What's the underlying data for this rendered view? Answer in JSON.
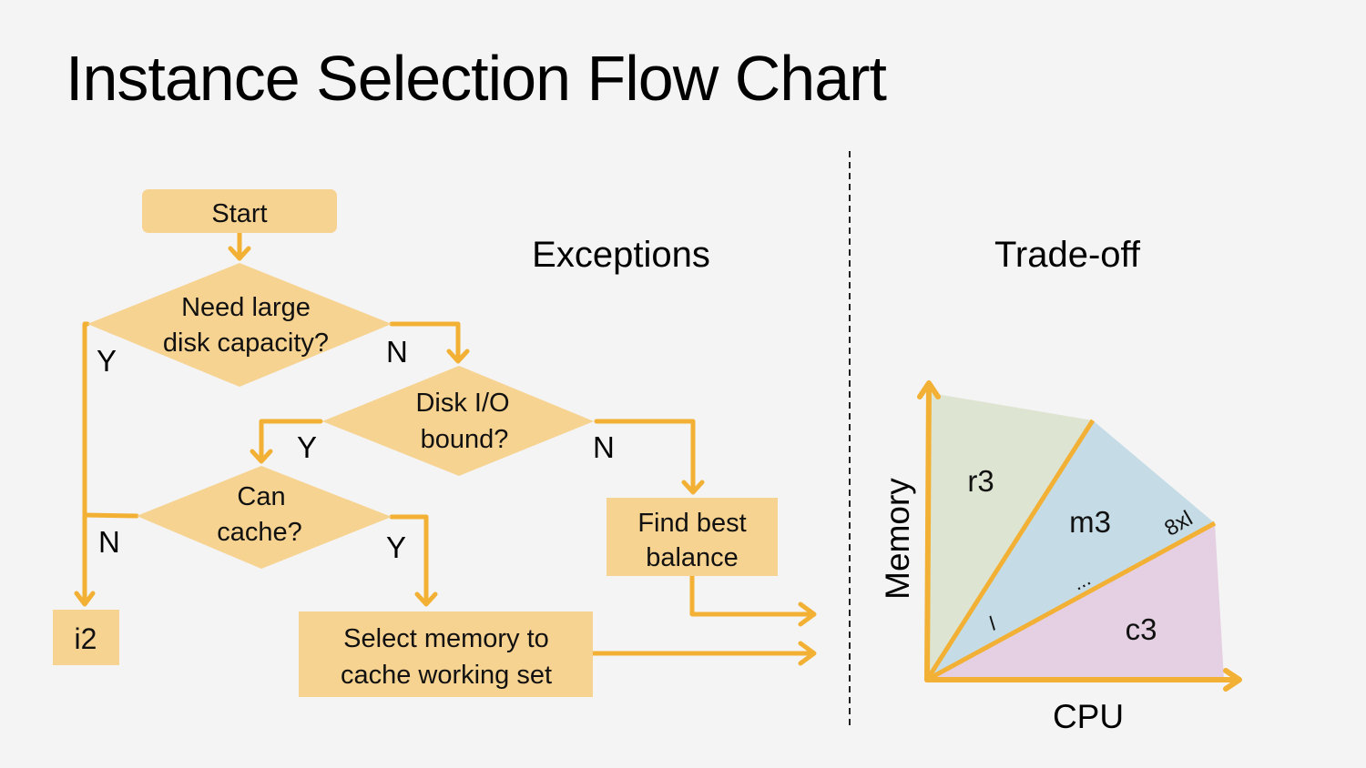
{
  "title": "Instance Selection Flow Chart",
  "sections": {
    "exceptions": "Exceptions",
    "tradeoff": "Trade-off"
  },
  "flowchart": {
    "start": "Start",
    "q1": {
      "line1": "Need large",
      "line2": "disk capacity?",
      "yes": "Y",
      "no": "N"
    },
    "q2": {
      "line1": "Disk I/O",
      "line2": "bound?",
      "yes": "Y",
      "no": "N"
    },
    "q3": {
      "line1": "Can",
      "line2": "cache?",
      "yes": "Y",
      "no": "N"
    },
    "result_i2": "i2",
    "result_memory": {
      "line1": "Select memory to",
      "line2": "cache working set"
    },
    "result_balance": {
      "line1": "Find best",
      "line2": "balance"
    }
  },
  "tradeoff_chart": {
    "x_axis_label": "CPU",
    "y_axis_label": "Memory",
    "regions": [
      {
        "name": "r3",
        "color": "#dde5d2"
      },
      {
        "name": "m3",
        "color": "#c5dce6"
      },
      {
        "name": "c3",
        "color": "#e4d0e2"
      }
    ],
    "size_labels": {
      "small": "l",
      "ellipsis": "...",
      "large": "8xl"
    }
  },
  "colors": {
    "background": "#f4f4f4",
    "node_fill": "#f7d391",
    "arrow": "#f2b035"
  }
}
